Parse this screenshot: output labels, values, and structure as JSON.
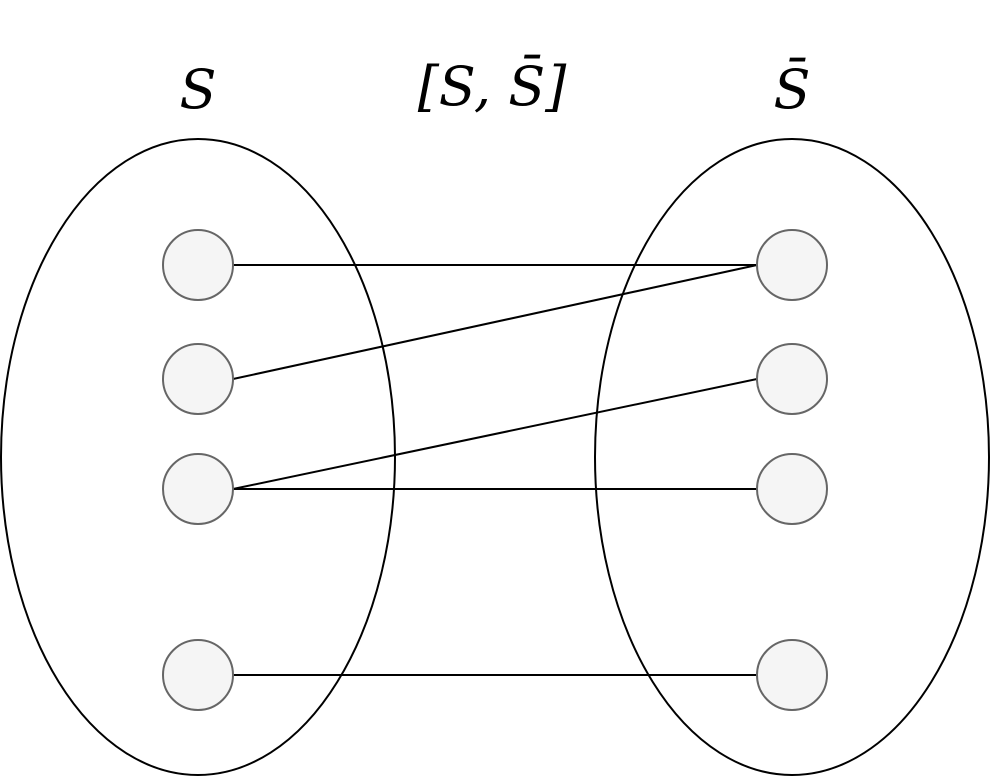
{
  "labels": {
    "left_set": "S",
    "right_set": "S̄",
    "cut": "[S, S̄]"
  },
  "colors": {
    "node_fill": "#f5f5f5",
    "node_stroke": "#666666",
    "line": "#000000"
  },
  "diagram": {
    "left_set": {
      "nodes": [
        {
          "id": "s1"
        },
        {
          "id": "s2"
        },
        {
          "id": "s3"
        },
        {
          "id": "s4"
        }
      ]
    },
    "right_set": {
      "nodes": [
        {
          "id": "t1"
        },
        {
          "id": "t2"
        },
        {
          "id": "t3"
        },
        {
          "id": "t4"
        }
      ]
    },
    "edges": [
      {
        "from": "s1",
        "to": "t1"
      },
      {
        "from": "s2",
        "to": "t1"
      },
      {
        "from": "s3",
        "to": "t2"
      },
      {
        "from": "s3",
        "to": "t3"
      },
      {
        "from": "s4",
        "to": "t4"
      }
    ]
  }
}
